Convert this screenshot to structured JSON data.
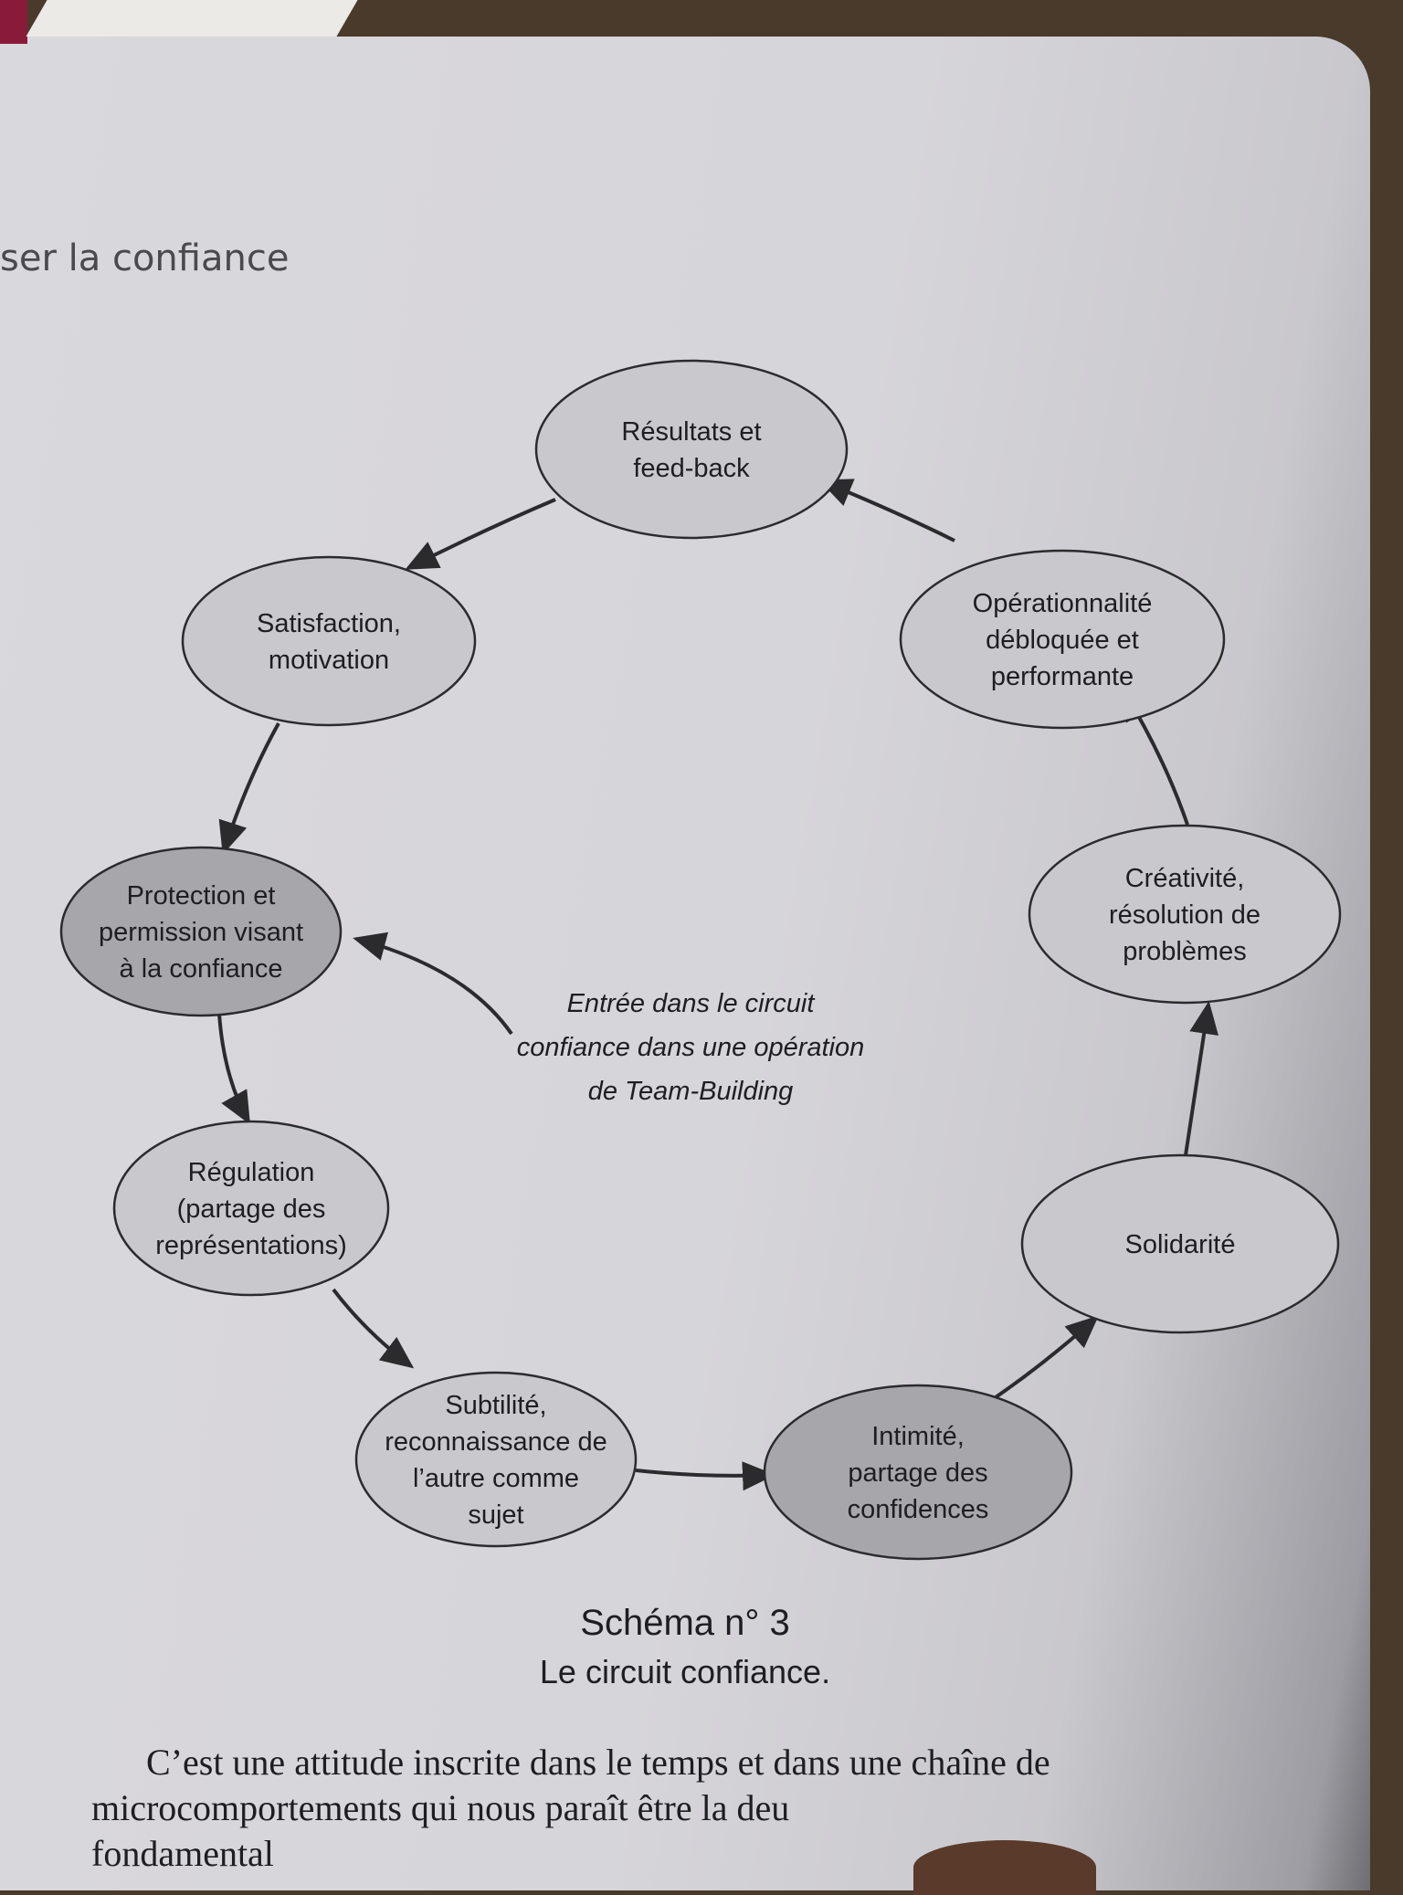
{
  "running_head": "ser la confiance",
  "nodes": [
    {
      "id": "resultats",
      "lines": [
        "Résultats et",
        "feed-back"
      ],
      "fill": "#c9c8cc"
    },
    {
      "id": "operationnalite",
      "lines": [
        "Opérationnalité",
        "débloquée et",
        "performante"
      ],
      "fill": "#c9c8cc"
    },
    {
      "id": "creativite",
      "lines": [
        "Créativité,",
        "résolution de",
        "problèmes"
      ],
      "fill": "#c9c8cc"
    },
    {
      "id": "solidarite",
      "lines": [
        "Solidarité"
      ],
      "fill": "#c9c8cc"
    },
    {
      "id": "intimite",
      "lines": [
        "Intimité,",
        "partage des",
        "confidences"
      ],
      "fill": "#a7a6ab"
    },
    {
      "id": "subtilite",
      "lines": [
        "Subtilité,",
        "reconnaissance de",
        "l’autre comme",
        "sujet"
      ],
      "fill": "#c9c8cc"
    },
    {
      "id": "regulation",
      "lines": [
        "Régulation",
        "(partage des",
        "représentations)"
      ],
      "fill": "#c9c8cc"
    },
    {
      "id": "protection",
      "lines": [
        "Protection et",
        "permission visant",
        "à la confiance"
      ],
      "fill": "#a7a6ab"
    },
    {
      "id": "satisfaction",
      "lines": [
        "Satisfaction,",
        "motivation"
      ],
      "fill": "#c9c8cc"
    }
  ],
  "entry_lines": [
    "Entrée dans le circuit",
    "confiance dans une opération",
    "de Team-Building"
  ],
  "caption": {
    "number": "Schéma n° 3",
    "title": "Le circuit confiance."
  },
  "body": {
    "line1": "C’est une attitude inscrite dans le temps et dans une chaîne de",
    "line2": "microcomportements qui nous paraît être la deu",
    "line3": "fondamental"
  }
}
